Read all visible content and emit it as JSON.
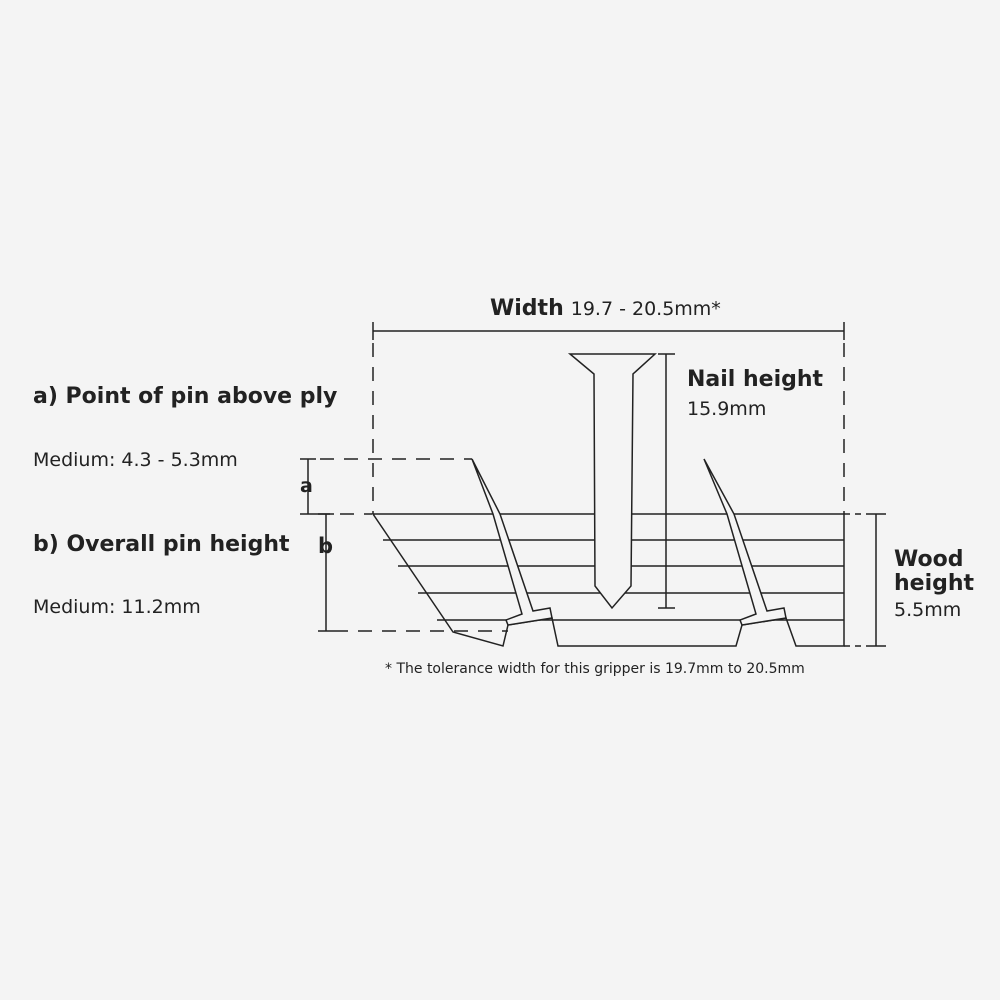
{
  "width_label": {
    "title": "Width",
    "value": "19.7 - 20.5mm*"
  },
  "nail_height": {
    "title": "Nail height",
    "value": "15.9mm"
  },
  "wood_height": {
    "title_line1": "Wood",
    "title_line2": "height",
    "value": "5.5mm"
  },
  "point_of_pin": {
    "title": "a) Point of pin above ply",
    "value": "Medium: 4.3 - 5.3mm"
  },
  "overall_pin": {
    "title": "b) Overall pin height",
    "value": "Medium: 11.2mm"
  },
  "dim_a": "a",
  "dim_b": "b",
  "footnote": "* The tolerance width for this gripper is 19.7mm to 20.5mm",
  "colors": {
    "line": "#222222",
    "background": "#f4f4f4"
  }
}
